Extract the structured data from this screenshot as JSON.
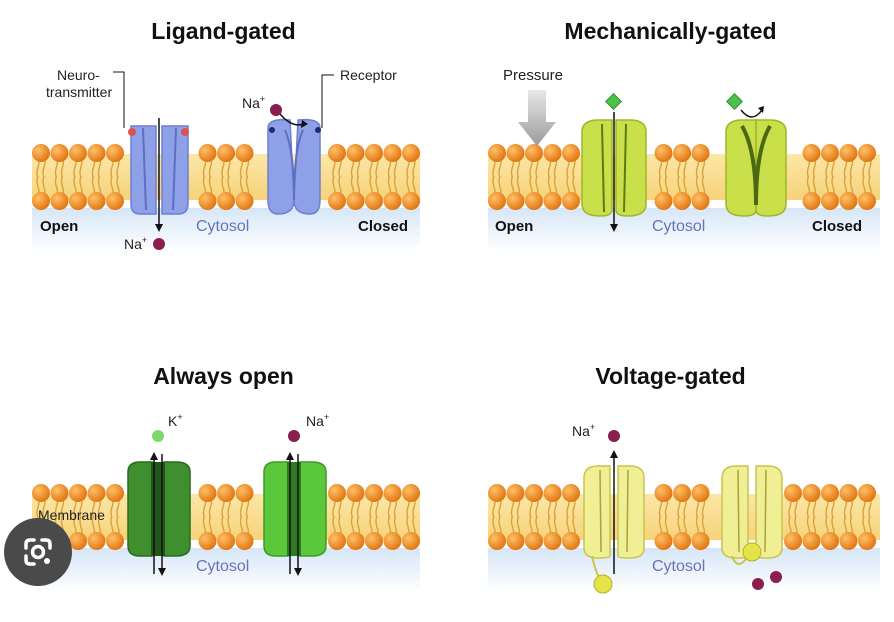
{
  "panels": {
    "ligand": {
      "title": "Ligand-gated",
      "label_neuro_1": "Neuro-",
      "label_neuro_2": "transmitter",
      "label_receptor": "Receptor",
      "ion_top": "Na",
      "ion_bottom": "Na",
      "ion_sup": "+",
      "open": "Open",
      "closed": "Closed",
      "cytosol": "Cytosol"
    },
    "mechanical": {
      "title": "Mechanically-gated",
      "label_pressure": "Pressure",
      "open": "Open",
      "closed": "Closed",
      "cytosol": "Cytosol"
    },
    "always_open": {
      "title": "Always open",
      "ion_k": "K",
      "ion_na": "Na",
      "ion_sup": "+",
      "label_membrane": "Membrane",
      "cytosol": "Cytosol"
    },
    "voltage": {
      "title": "Voltage-gated",
      "ion_na": "Na",
      "ion_sup": "+",
      "cytosol": "Cytosol"
    }
  },
  "colors": {
    "lipid_head": "#ef8a1d",
    "ligand_channel": "#8ea0e8",
    "mechanical_channel": "#c9e04a",
    "always_open_k": "#3f8f2f",
    "always_open_na": "#5bc73a",
    "voltage_channel": "#f1ef96",
    "sodium_ion": "#8b1e4f",
    "potassium_ion": "#7ed96b"
  },
  "icons": {
    "lens": "google-lens-icon"
  }
}
